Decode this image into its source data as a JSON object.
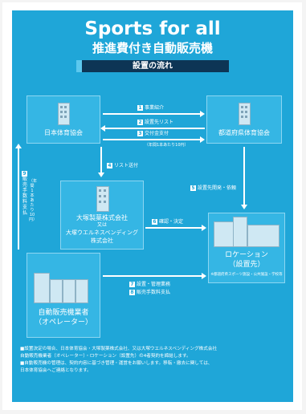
{
  "header": {
    "title": "Sports for all",
    "subtitle": "推進費付き自動販売機",
    "flow_label": "設置の流れ"
  },
  "nodes": {
    "japan_sports_assoc": "日本体育協会",
    "prefectural_assoc": "都道府県体育協会",
    "otsuka_line1": "大塚製薬株式会社",
    "otsuka_line2": "又は",
    "otsuka_line3": "大塚ウエルネスベンディング",
    "otsuka_line4": "株式会社",
    "location_line1": "ロケーション",
    "location_line2": "（設置先）",
    "location_caption": "※都道府県スポーツ施設・公共施設・学校等",
    "operator_line1": "自動販売機業者",
    "operator_line2": "（オペレーター）"
  },
  "steps": {
    "s1": {
      "num": "1",
      "label": "事業紹介"
    },
    "s2": {
      "num": "2",
      "label": "設置先リスト"
    },
    "s3": {
      "num": "3",
      "label": "交付金支付",
      "note": "（年間1本あたり10円）"
    },
    "s4": {
      "num": "4",
      "label": "リスト送付"
    },
    "s5": {
      "num": "5",
      "label": "設置先開発・依頼"
    },
    "s6": {
      "num": "6",
      "label": "確認・決定"
    },
    "s7": {
      "num": "7",
      "label": "設置・管理業務"
    },
    "s8": {
      "num": "8",
      "label": "販売手数料支払"
    },
    "s9": {
      "num": "9",
      "label": "販売手数料支払",
      "note": "（年間1本あたり10円）"
    }
  },
  "footnotes": [
    "■設置決定の場合、日本体育協会・大塚製薬株式会社、又は大塚ウエルネスベンディング株式会社",
    "自動販売機業者（オペレーター）・ロケーション（設置先）の4者契約を締結します。",
    "■自動販売機の管理は、契約内容に基づき管理・運営をお願いします。移転・撤去に関しては、",
    "日本体育協会へご連絡となります。"
  ],
  "colors": {
    "panel": "#1fa6d8",
    "box": "#35b6e4",
    "bar": "#0d3555",
    "text": "#ffffff"
  }
}
